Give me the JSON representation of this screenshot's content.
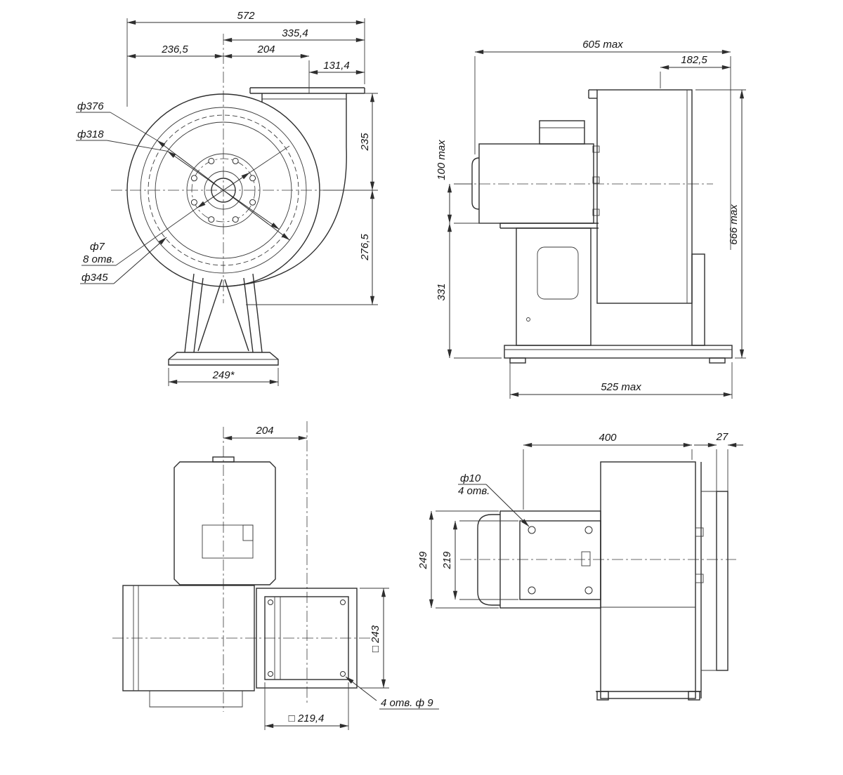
{
  "drawing": {
    "front": {
      "d572": "572",
      "d335": "335,4",
      "d236": "236,5",
      "d204": "204",
      "d131": "131,4",
      "dia376": "ф376",
      "dia318": "ф318",
      "d235": "235",
      "d276": "276,5",
      "dia7": "ф7",
      "holes8": "8 отв.",
      "dia345": "ф345",
      "d249": "249*"
    },
    "side": {
      "d605": "605 max",
      "d182": "182,5",
      "d100": "100 max",
      "d331": "331",
      "d666": "666 max",
      "d525": "525 max"
    },
    "bottom": {
      "d204": "204",
      "d243": "□ 243",
      "holes4d9": "4 отв. ф 9",
      "d219_4": "□ 219,4"
    },
    "top": {
      "d400": "400",
      "d27": "27",
      "dia10": "ф10",
      "holes4": "4 отв.",
      "d249": "249",
      "d219": "219"
    }
  }
}
